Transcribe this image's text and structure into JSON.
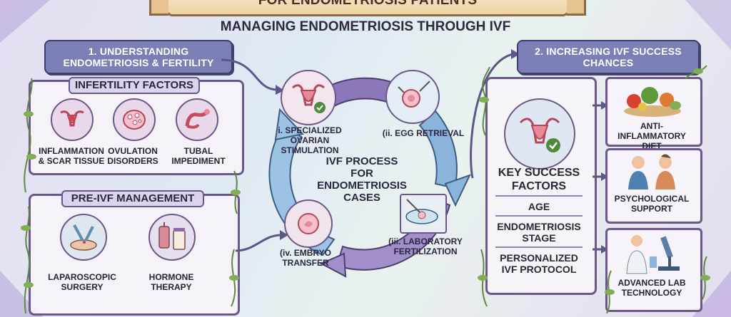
{
  "banner": {
    "title": "FOR ENDOMETRIOSIS PATIENTS"
  },
  "subtitle": "MANAGING ENDOMETRIOSIS THROUGH IVF",
  "section1": {
    "title_line1": "1. UNDERSTANDING",
    "title_line2": "ENDOMETRIOSIS & FERTILITY"
  },
  "infertility": {
    "title": "INFERTILITY FACTORS",
    "items": [
      {
        "line1": "INFLAMMATION",
        "line2": "& SCAR TISSUE",
        "icon": "inflamed-uterus-icon"
      },
      {
        "line1": "OVULATION",
        "line2": "DISORDERS",
        "icon": "ovary-icon"
      },
      {
        "line1": "TUBAL",
        "line2": "IMPEDIMENT",
        "icon": "fallopian-tube-icon"
      }
    ]
  },
  "preivf": {
    "title": "PRE-IVF MANAGEMENT",
    "items": [
      {
        "line1": "LAPAROSCOPIC",
        "line2": "SURGERY",
        "icon": "surgery-icon"
      },
      {
        "line1": "HORMONE",
        "line2": "THERAPY",
        "icon": "medication-icon"
      }
    ]
  },
  "cycle": {
    "center_line1": "IVF PROCESS",
    "center_line2": "FOR",
    "center_line3": "ENDOMETRIOSIS",
    "center_line4": "CASES",
    "steps": [
      {
        "line1": "i. SPECIALIZED",
        "line2": "OVARIAN STIMULATION"
      },
      {
        "line1": "(ii. EGG RETRIEVAL",
        "line2": ""
      },
      {
        "line1": "(iii. LABORATORY",
        "line2": "FERTILIZATION"
      },
      {
        "line1": "(iv. EMBRYO",
        "line2": "TRANSFER"
      }
    ]
  },
  "section2": {
    "title_line1": "2. INCREASING IVF SUCCESS",
    "title_line2": "CHANCES"
  },
  "success": {
    "title_line1": "KEY SUCCESS",
    "title_line2": "FACTORS",
    "factor1": "AGE",
    "factor2_line1": "ENDOMETRIOSIS",
    "factor2_line2": "STAGE",
    "factor3_line1": "PERSONALIZED",
    "factor3_line2": "IVF PROTOCOL"
  },
  "side_cards": [
    {
      "line1": "ANTI-INFLAMMATORY",
      "line2": "DIET",
      "icon": "healthy-food-icon"
    },
    {
      "line1": "PSYCHOLOGICAL",
      "line2": "SUPPORT",
      "icon": "counseling-icon"
    },
    {
      "line1": "ADVANCED LAB",
      "line2": "TECHNOLOGY",
      "icon": "microscope-icon"
    }
  ],
  "colors": {
    "accent": "#7b7fb6",
    "panel_border": "#6b5789",
    "cycle_purple": "#8a78b8",
    "cycle_blue": "#8ab4dc",
    "vine": "#5f8a3d"
  }
}
